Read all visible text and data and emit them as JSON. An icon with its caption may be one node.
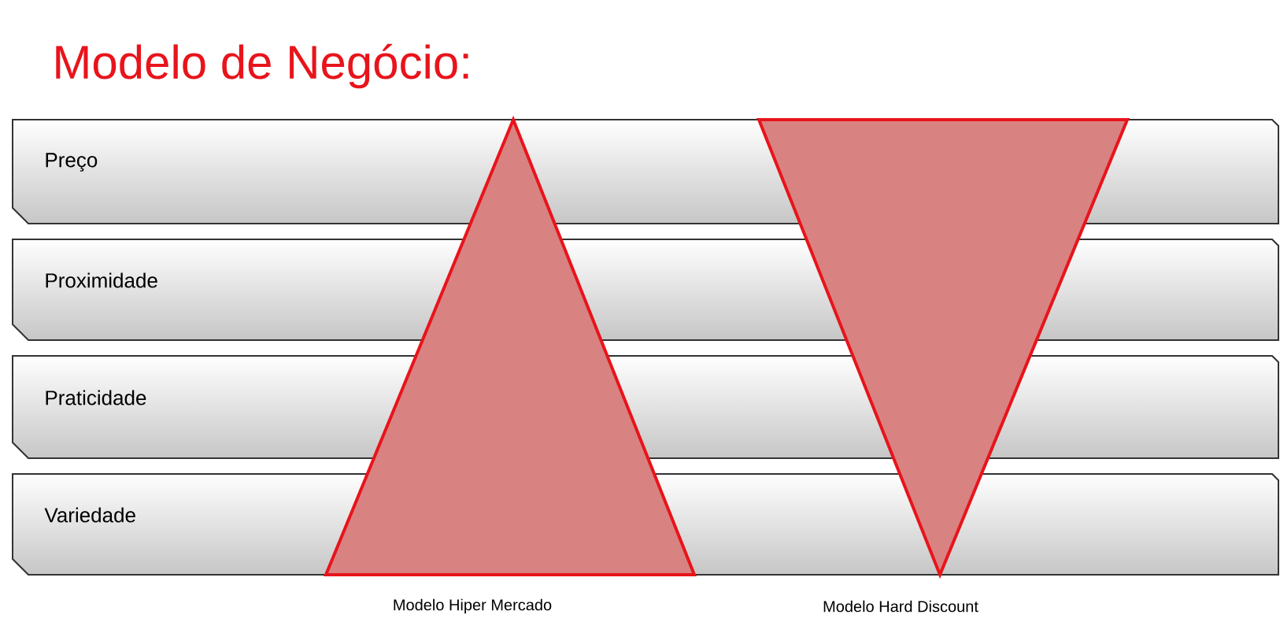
{
  "diagram": {
    "title": "Modelo de Negócio:",
    "nodes": [
      {
        "text": [
          "Preço"
        ]
      },
      {
        "text": [
          "Proximidade"
        ]
      },
      {
        "text": [
          "Praticidade"
        ]
      },
      {
        "text": [
          "Variedade"
        ]
      },
      {
        "text": [],
        "shape": "triangle",
        "beside": [
          "Modelo Hiper Mercado"
        ]
      },
      {
        "text": [],
        "shape": "triangle",
        "beside": [
          "Modelo Hard Discount"
        ]
      }
    ]
  }
}
